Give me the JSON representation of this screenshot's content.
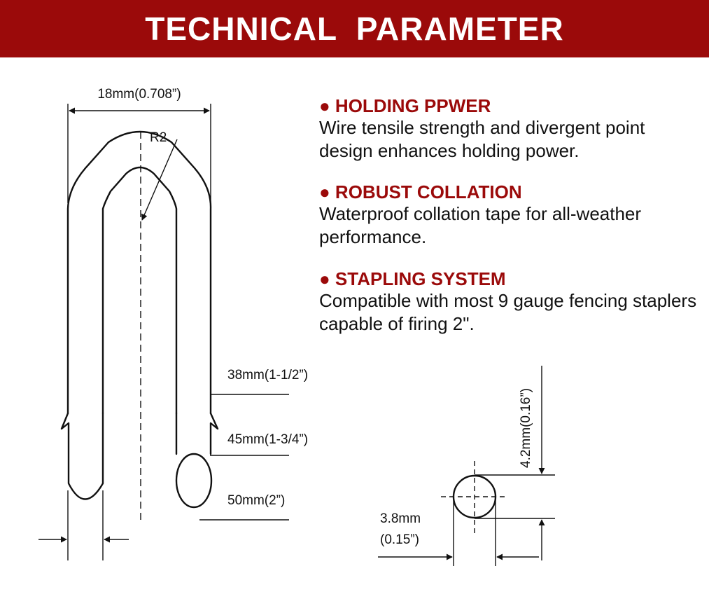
{
  "header": {
    "title": "TECHNICAL  PARAMETER"
  },
  "features": [
    {
      "title": "● HOLDING PPWER",
      "body": "Wire tensile strength and divergent point design enhances holding power."
    },
    {
      "title": "● ROBUST COLLATION",
      "body": "Waterproof collation tape for all-weather performance."
    },
    {
      "title": "● STAPLING SYSTEM",
      "body": "Compatible with most 9 gauge fencing staplers capable of firing 2\"."
    }
  ],
  "staple_diagram": {
    "width_label": "18mm(0.708”)",
    "radius_label": "R2",
    "length_labels": [
      "38mm(1-1/2”)",
      "45mm(1-3/4”)",
      "50mm(2”)"
    ]
  },
  "wire_section": {
    "height_label": "4.2mm(0.16”)",
    "width_label_line1": "3.8mm",
    "width_label_line2": "(0.15”)"
  },
  "colors": {
    "brand": "#9b0a0a",
    "ink": "#111111",
    "background": "#ffffff"
  }
}
